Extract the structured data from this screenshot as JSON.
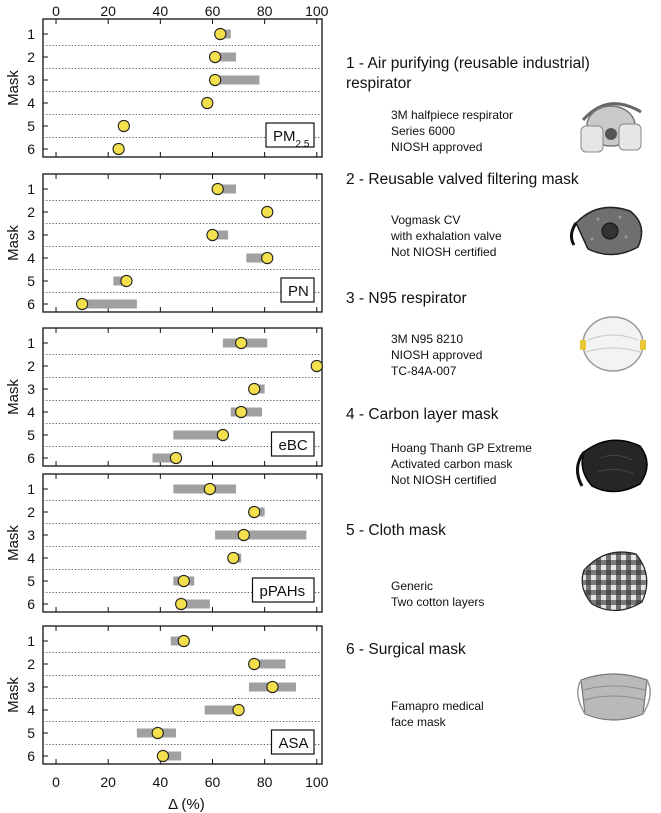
{
  "chart_data": {
    "type": "scatter",
    "xlabel": "Δ (%)",
    "xlim": [
      -5,
      102
    ],
    "x_ticks": [
      0,
      20,
      40,
      60,
      80,
      100
    ],
    "ylabel": "Mask",
    "categories": [
      "1",
      "2",
      "3",
      "4",
      "5",
      "6"
    ],
    "panels": [
      {
        "label": "PM",
        "label_sub": "2.5",
        "points": [
          63,
          61,
          61,
          58,
          26,
          24
        ],
        "ranges": [
          [
            62,
            67
          ],
          [
            60,
            69
          ],
          [
            62,
            78
          ],
          null,
          null,
          null
        ]
      },
      {
        "label": "PN",
        "label_sub": "",
        "points": [
          62,
          81,
          60,
          81,
          27,
          10
        ],
        "ranges": [
          [
            61,
            69
          ],
          null,
          [
            59,
            66
          ],
          [
            73,
            82
          ],
          [
            22,
            28
          ],
          [
            9,
            31
          ]
        ]
      },
      {
        "label": "eBC",
        "label_sub": "",
        "points": [
          71,
          100,
          76,
          71,
          64,
          46
        ],
        "ranges": [
          [
            64,
            81
          ],
          null,
          [
            75,
            80
          ],
          [
            67,
            79
          ],
          [
            45,
            65
          ],
          [
            37,
            48
          ]
        ]
      },
      {
        "label": "pPAHs",
        "label_sub": "",
        "points": [
          59,
          76,
          72,
          68,
          49,
          48
        ],
        "ranges": [
          [
            45,
            69
          ],
          [
            74,
            80
          ],
          [
            61,
            96
          ],
          [
            67,
            71
          ],
          [
            45,
            53
          ],
          [
            46,
            59
          ]
        ]
      },
      {
        "label": "ASA",
        "label_sub": "",
        "points": [
          49,
          76,
          83,
          70,
          39,
          41
        ],
        "ranges": [
          [
            44,
            49
          ],
          [
            77,
            88
          ],
          [
            74,
            92
          ],
          [
            57,
            71
          ],
          [
            31,
            46
          ],
          [
            40,
            48
          ]
        ]
      }
    ],
    "colors": {
      "marker_fill": "#f4e04d",
      "marker_edge": "#222222",
      "range_bar": "#a0a0a0",
      "grid": "#555555"
    }
  },
  "legend": [
    {
      "title": "1 - Air purifying (reusable industrial)\n     respirator",
      "desc": [
        "3M halfpiece respirator",
        "Series 6000",
        "NIOSH approved"
      ],
      "icon": "half-face-respirator-icon"
    },
    {
      "title": "2 - Reusable valved filtering mask",
      "desc": [
        "Vogmask CV",
        "with exhalation valve",
        "Not NIOSH certified"
      ],
      "icon": "valved-mask-icon"
    },
    {
      "title": "3 - N95 respirator",
      "desc": [
        "3M N95 8210",
        "NIOSH approved",
        "TC-84A-007"
      ],
      "icon": "n95-respirator-icon"
    },
    {
      "title": "4 - Carbon layer mask",
      "desc": [
        "Hoang Thanh GP Extreme",
        "Activated carbon mask",
        "Not NIOSH certified"
      ],
      "icon": "carbon-mask-icon"
    },
    {
      "title": "5 - Cloth mask",
      "desc": [
        "Generic",
        "Two cotton layers"
      ],
      "icon": "cloth-mask-icon"
    },
    {
      "title": "6 - Surgical mask",
      "desc": [
        "Famapro medical",
        "face mask"
      ],
      "icon": "surgical-mask-icon"
    }
  ]
}
